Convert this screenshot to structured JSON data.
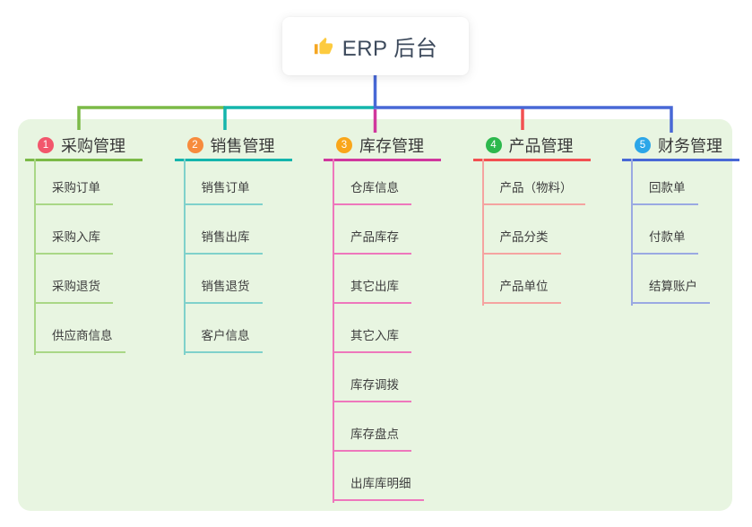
{
  "root_node": {
    "icon": "thumbs-up-icon",
    "label": "ERP 后台"
  },
  "panel_background": "#E8F5E1",
  "branches": [
    {
      "number": "1",
      "label": "采购管理",
      "badge_color": "#F2566C",
      "line_color": "#7BBA47",
      "child_line_color": "#A9D786",
      "children": [
        "采购订单",
        "采购入库",
        "采购退货",
        "供应商信息"
      ]
    },
    {
      "number": "2",
      "label": "销售管理",
      "badge_color": "#F78B3D",
      "line_color": "#14B5AC",
      "child_line_color": "#7FD1CB",
      "children": [
        "销售订单",
        "销售出库",
        "销售退货",
        "客户信息"
      ]
    },
    {
      "number": "3",
      "label": "库存管理",
      "badge_color": "#F9A61A",
      "line_color": "#D0379D",
      "child_line_color": "#EE77BC",
      "children": [
        "仓库信息",
        "产品库存",
        "其它出库",
        "其它入库",
        "库存调拨",
        "库存盘点",
        "出库库明细"
      ]
    },
    {
      "number": "4",
      "label": "产品管理",
      "badge_color": "#2DB84D",
      "line_color": "#F25051",
      "child_line_color": "#F5A3A0",
      "children": [
        "产品（物料）",
        "产品分类",
        "产品单位"
      ]
    },
    {
      "number": "5",
      "label": "财务管理",
      "badge_color": "#2BA6E8",
      "line_color": "#4868D6",
      "child_line_color": "#9AA9E2",
      "children": [
        "回款单",
        "付款单",
        "结算账户"
      ]
    }
  ]
}
